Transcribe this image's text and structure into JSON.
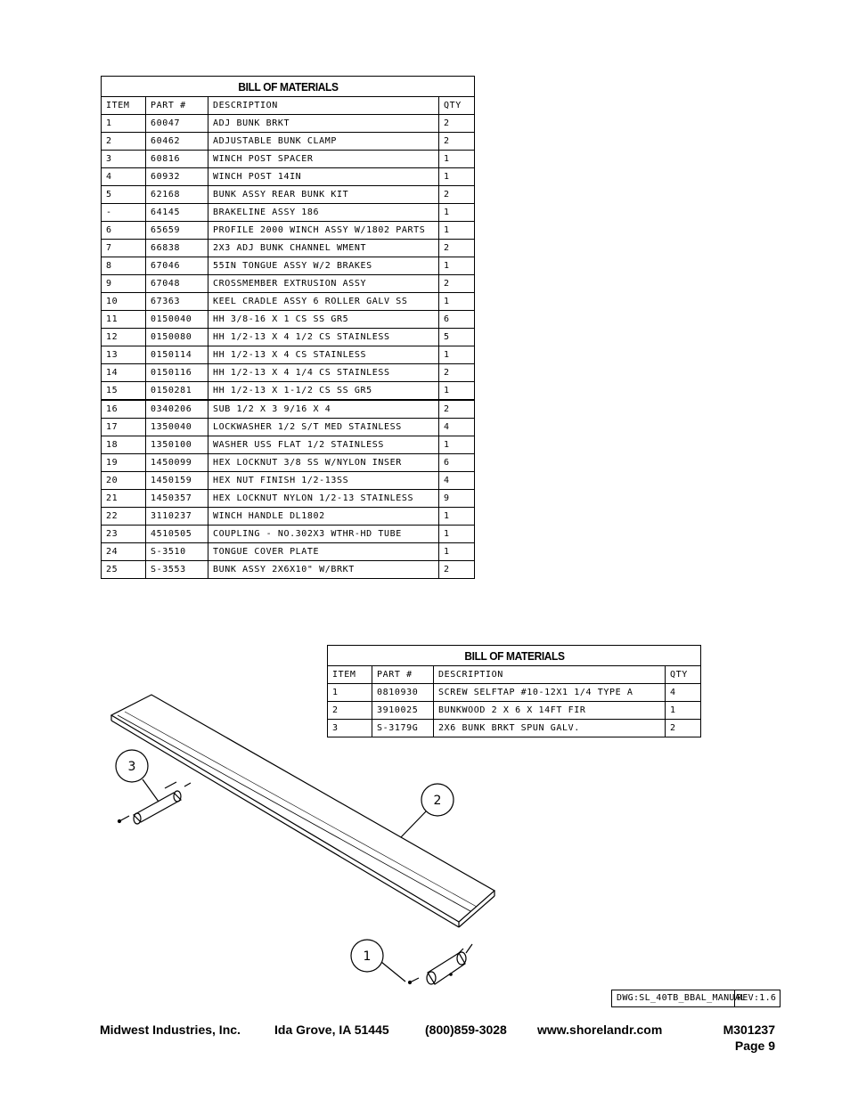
{
  "bom_main": {
    "title": "BILL OF MATERIALS",
    "headers": [
      "ITEM",
      "PART #",
      "DESCRIPTION",
      "QTY"
    ],
    "rows": [
      [
        "1",
        "60047",
        "ADJ BUNK BRKT",
        "2"
      ],
      [
        "2",
        "60462",
        "ADJUSTABLE BUNK CLAMP",
        "2"
      ],
      [
        "3",
        "60816",
        "WINCH POST SPACER",
        "1"
      ],
      [
        "4",
        "60932",
        "WINCH POST   14IN",
        "1"
      ],
      [
        "5",
        "62168",
        "BUNK ASSY REAR BUNK KIT",
        "2"
      ],
      [
        "-",
        "64145",
        "BRAKELINE ASSY 186",
        "1"
      ],
      [
        "6",
        "65659",
        "PROFILE 2000 WINCH ASSY W/1802 PARTS",
        "1"
      ],
      [
        "7",
        "66838",
        "2X3 ADJ BUNK CHANNEL WMENT",
        "2"
      ],
      [
        "8",
        "67046",
        "55IN TONGUE ASSY W/2 BRAKES",
        "1"
      ],
      [
        "9",
        "67048",
        "CROSSMEMBER EXTRUSION ASSY",
        "2"
      ],
      [
        "10",
        "67363",
        "KEEL CRADLE ASSY 6 ROLLER GALV SS",
        "1"
      ],
      [
        "11",
        "0150040",
        "HH 3/8-16 X 1 CS SS GR5",
        "6"
      ],
      [
        "12",
        "0150080",
        "HH 1/2-13 X 4 1/2 CS STAINLESS",
        "5"
      ],
      [
        "13",
        "0150114",
        "HH 1/2-13 X 4 CS STAINLESS",
        "1"
      ],
      [
        "14",
        "0150116",
        "HH 1/2-13 X 4 1/4 CS STAINLESS",
        "2"
      ],
      [
        "15",
        "0150281",
        "HH 1/2-13 X 1-1/2 CS SS GR5",
        "1"
      ],
      [
        "16",
        "0340206",
        "SUB 1/2 X 3 9/16 X 4",
        "2"
      ],
      [
        "17",
        "1350040",
        "LOCKWASHER 1/2 S/T MED STAINLESS",
        "4"
      ],
      [
        "18",
        "1350100",
        "WASHER USS FLAT 1/2 STAINLESS",
        "1"
      ],
      [
        "19",
        "1450099",
        "HEX LOCKNUT 3/8 SS W/NYLON INSER",
        "6"
      ],
      [
        "20",
        "1450159",
        "HEX NUT FINISH 1/2-13SS",
        "4"
      ],
      [
        "21",
        "1450357",
        "HEX LOCKNUT NYLON 1/2-13 STAINLESS",
        "9"
      ],
      [
        "22",
        "3110237",
        "WINCH HANDLE  DL1802",
        "1"
      ],
      [
        "23",
        "4510505",
        "COUPLING - NO.302X3 WTHR-HD TUBE",
        "1"
      ],
      [
        "24",
        "S-3510",
        "TONGUE COVER PLATE",
        "1"
      ],
      [
        "25",
        "S-3553",
        "BUNK ASSY 2X6X10\" W/BRKT",
        "2"
      ]
    ]
  },
  "bom_bunk": {
    "title": "BILL OF MATERIALS",
    "headers": [
      "ITEM",
      "PART #",
      "DESCRIPTION",
      "QTY"
    ],
    "rows": [
      [
        "1",
        "0810930",
        "SCREW SELFTAP #10-12X1 1/4 TYPE A",
        "4"
      ],
      [
        "2",
        "3910025",
        "BUNKWOOD   2 X 6 X 14FT FIR",
        "1"
      ],
      [
        "3",
        "S-3179G",
        "2X6 BUNK BRKT SPUN GALV.",
        "2"
      ]
    ]
  },
  "callouts": [
    "3",
    "2",
    "1"
  ],
  "title_block": {
    "dwg": "DWG:SL_40TB_BBAL_MANUAL",
    "rev": "REV:1.6"
  },
  "footer": {
    "company": "Midwest Industries, Inc.",
    "location": "Ida Grove, IA  51445",
    "phone": "(800)859-3028",
    "website": "www.shorelandr.com",
    "doc_number": "M301237",
    "page": "Page 9"
  }
}
